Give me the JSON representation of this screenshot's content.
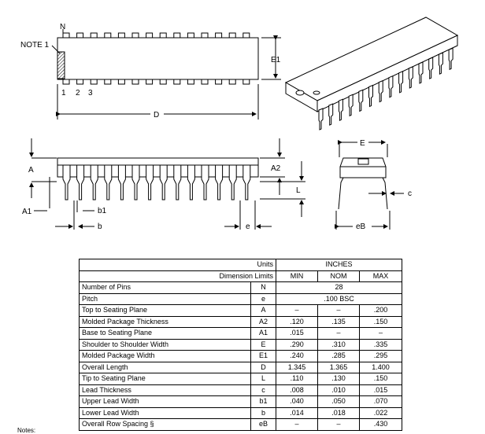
{
  "drawing": {
    "labels": {
      "n": "N",
      "note1": "NOTE 1",
      "pin1": "1",
      "pin2": "2",
      "pin3": "3",
      "d": "D",
      "e1": "E1",
      "e": "E",
      "a": "A",
      "a1": "A1",
      "a2": "A2",
      "b1": "b1",
      "b": "b",
      "l": "L",
      "e_pitch": "e",
      "c": "c",
      "eb": "eB"
    }
  },
  "table": {
    "units_label": "Units",
    "units_value": "INCHES",
    "dimension_limits_label": "Dimension Limits",
    "col_min": "MIN",
    "col_nom": "NOM",
    "col_max": "MAX",
    "rows": [
      {
        "name": "Number of Pins",
        "sym": "N",
        "merged": "28"
      },
      {
        "name": "Pitch",
        "sym": "e",
        "merged": ".100 BSC"
      },
      {
        "name": "Top to Seating Plane",
        "sym": "A",
        "min": "–",
        "nom": "–",
        "max": ".200"
      },
      {
        "name": "Molded Package Thickness",
        "sym": "A2",
        "min": ".120",
        "nom": ".135",
        "max": ".150"
      },
      {
        "name": "Base to Seating Plane",
        "sym": "A1",
        "min": ".015",
        "nom": "–",
        "max": "–"
      },
      {
        "name": "Shoulder to Shoulder Width",
        "sym": "E",
        "min": ".290",
        "nom": ".310",
        "max": ".335"
      },
      {
        "name": "Molded Package Width",
        "sym": "E1",
        "min": ".240",
        "nom": ".285",
        "max": ".295"
      },
      {
        "name": "Overall Length",
        "sym": "D",
        "min": "1.345",
        "nom": "1.365",
        "max": "1.400"
      },
      {
        "name": "Tip to Seating Plane",
        "sym": "L",
        "min": ".110",
        "nom": ".130",
        "max": ".150"
      },
      {
        "name": "Lead Thickness",
        "sym": "c",
        "min": ".008",
        "nom": ".010",
        "max": ".015"
      },
      {
        "name": "Upper Lead Width",
        "sym": "b1",
        "min": ".040",
        "nom": ".050",
        "max": ".070"
      },
      {
        "name": "Lower Lead Width",
        "sym": "b",
        "min": ".014",
        "nom": ".018",
        "max": ".022"
      },
      {
        "name": "Overall Row Spacing §",
        "sym": "eB",
        "min": "–",
        "nom": "–",
        "max": ".430"
      }
    ]
  },
  "notes_label": "Notes:"
}
